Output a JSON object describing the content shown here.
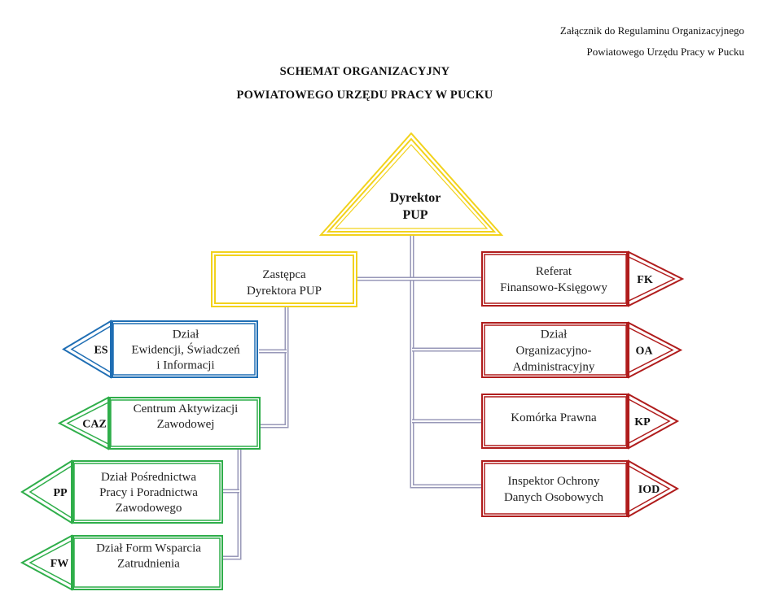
{
  "header": {
    "annex_line1": "Załącznik do Regulaminu Organizacyjnego",
    "annex_line2": "Powiatowego Urzędu Pracy w Pucku"
  },
  "title": {
    "line1": "SCHEMAT ORGANIZACYJNY",
    "line2": "POWIATOWEGO URZĘDU PRACY W PUCKU"
  },
  "colors": {
    "director": "#f2d21c",
    "blue": "#1f6eb4",
    "green": "#2fae4a",
    "red": "#b01c1c",
    "connector": "#9898b8"
  },
  "director": {
    "line1": "Dyrektor",
    "line2": "PUP"
  },
  "deputy": {
    "line1": "Zastępca",
    "line2": "Dyrektora PUP"
  },
  "left_units": [
    {
      "code": "ES",
      "lines": [
        "Dział",
        "Ewidencji, Świadczeń",
        "i Informacji"
      ],
      "color": "blue"
    },
    {
      "code": "CAZ",
      "lines": [
        "Centrum Aktywizacji",
        "Zawodowej"
      ],
      "color": "green"
    },
    {
      "code": "PP",
      "lines": [
        "Dział Pośrednictwa",
        "Pracy i Poradnictwa",
        "Zawodowego"
      ],
      "color": "green"
    },
    {
      "code": "FW",
      "lines": [
        "Dział Form Wsparcia",
        "Zatrudnienia"
      ],
      "color": "green"
    }
  ],
  "right_units": [
    {
      "code": "FK",
      "lines": [
        "Referat",
        "Finansowo-Księgowy"
      ],
      "color": "red"
    },
    {
      "code": "OA",
      "lines": [
        "Dział",
        "Organizacyjno-",
        "Administracyjny"
      ],
      "color": "red"
    },
    {
      "code": "KP",
      "lines": [
        "Komórka Prawna"
      ],
      "color": "red"
    },
    {
      "code": "IOD",
      "lines": [
        "Inspektor Ochrony",
        "Danych Osobowych"
      ],
      "color": "red"
    }
  ]
}
